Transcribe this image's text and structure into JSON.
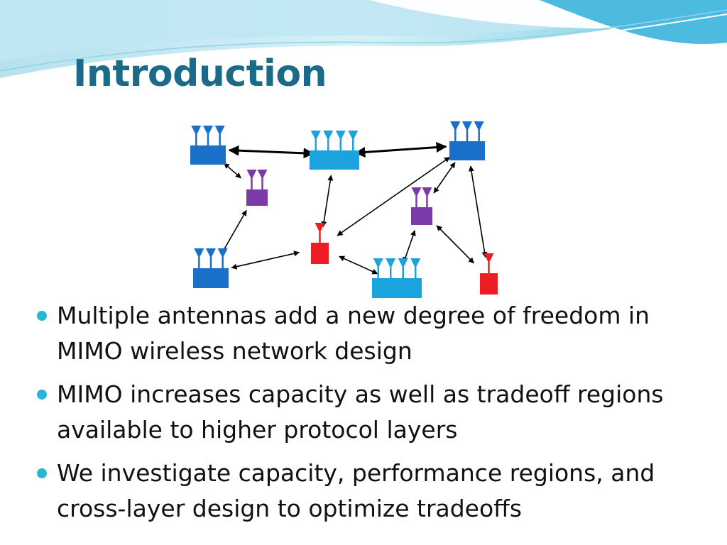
{
  "slide": {
    "title": "Introduction",
    "bullets": [
      "Multiple antennas add a new degree of freedom in MIMO wireless network design",
      "MIMO increases capacity as well as tradeoff regions available to higher protocol layers",
      "We investigate capacity, performance regions, and cross-layer design to optimize tradeoffs"
    ]
  },
  "colors": {
    "title": "#1b6b88",
    "bullet_marker": "#29b6d6",
    "node_dark_blue": "#1a6fc8",
    "node_light_blue": "#1aa3dc",
    "node_purple": "#7a3aa8",
    "node_red": "#ee1c25",
    "link": "#000000"
  },
  "diagram": {
    "nodes": [
      {
        "id": "n1",
        "color": "dark_blue",
        "antennas": 3,
        "icon": "antenna-node-icon"
      },
      {
        "id": "n2",
        "color": "light_blue",
        "antennas": 4,
        "icon": "antenna-node-icon"
      },
      {
        "id": "n3",
        "color": "dark_blue",
        "antennas": 3,
        "icon": "antenna-node-icon"
      },
      {
        "id": "n4",
        "color": "purple",
        "antennas": 2,
        "icon": "antenna-node-icon"
      },
      {
        "id": "n5",
        "color": "purple",
        "antennas": 2,
        "icon": "antenna-node-icon"
      },
      {
        "id": "n6",
        "color": "red",
        "antennas": 1,
        "icon": "antenna-node-icon"
      },
      {
        "id": "n7",
        "color": "dark_blue",
        "antennas": 3,
        "icon": "antenna-node-icon"
      },
      {
        "id": "n8",
        "color": "light_blue",
        "antennas": 4,
        "icon": "antenna-node-icon"
      },
      {
        "id": "n9",
        "color": "red",
        "antennas": 1,
        "icon": "antenna-node-icon"
      }
    ],
    "links": [
      [
        "n1",
        "n2"
      ],
      [
        "n2",
        "n3"
      ],
      [
        "n1",
        "n4"
      ],
      [
        "n4",
        "n7"
      ],
      [
        "n7",
        "n6"
      ],
      [
        "n2",
        "n6"
      ],
      [
        "n6",
        "n3"
      ],
      [
        "n6",
        "n8"
      ],
      [
        "n5",
        "n3"
      ],
      [
        "n5",
        "n8"
      ],
      [
        "n5",
        "n9"
      ],
      [
        "n3",
        "n9"
      ]
    ]
  }
}
